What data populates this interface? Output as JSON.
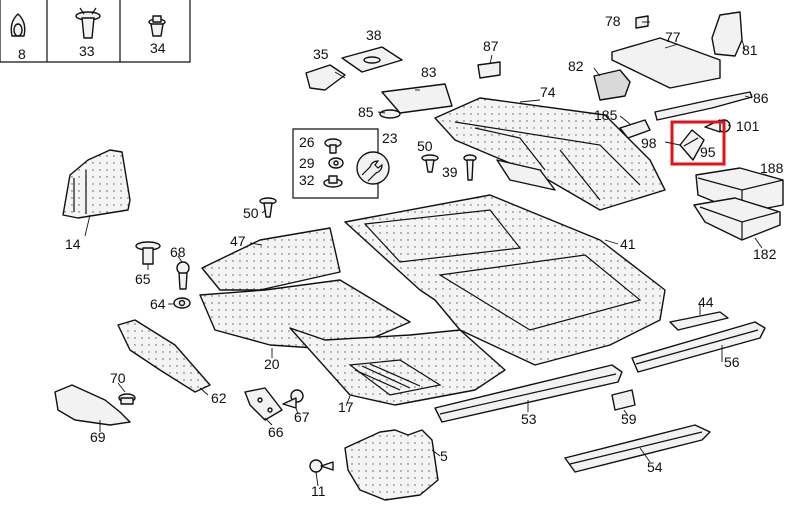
{
  "labels": [
    "8",
    "33",
    "34",
    "38",
    "35",
    "83",
    "85",
    "26",
    "29",
    "32",
    "23",
    "50",
    "39",
    "87",
    "78",
    "77",
    "81",
    "82",
    "74",
    "86",
    "185",
    "101",
    "98",
    "95",
    "188",
    "14",
    "50",
    "47",
    "41",
    "182",
    "65",
    "68",
    "64",
    "44",
    "20",
    "56",
    "17",
    "62",
    "70",
    "69",
    "66",
    "67",
    "53",
    "59",
    "5",
    "54",
    "11"
  ],
  "highlight": {
    "part": "95",
    "color": "#e0121a"
  }
}
